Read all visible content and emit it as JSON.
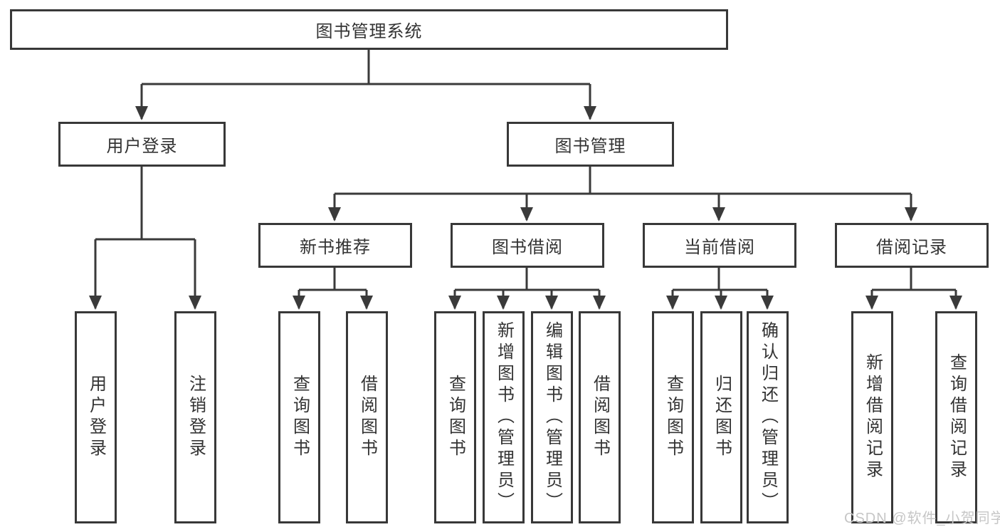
{
  "diagram": {
    "root": {
      "label": "图书管理系统"
    },
    "branches": [
      {
        "label": "用户登录",
        "children": [
          {
            "label": "用户登录"
          },
          {
            "label": "注销登录"
          }
        ]
      },
      {
        "label": "图书管理",
        "sections": [
          {
            "label": "新书推荐",
            "children": [
              {
                "label": "查询图书"
              },
              {
                "label": "借阅图书"
              }
            ]
          },
          {
            "label": "图书借阅",
            "children": [
              {
                "label": "查询图书"
              },
              {
                "label": "新增图书（管理员）"
              },
              {
                "label": "编辑图书（管理员）"
              },
              {
                "label": "借阅图书"
              }
            ]
          },
          {
            "label": "当前借阅",
            "children": [
              {
                "label": "查询图书"
              },
              {
                "label": "归还图书"
              },
              {
                "label": "确认归还（管理员）"
              }
            ]
          },
          {
            "label": "借阅记录",
            "children": [
              {
                "label": "新增借阅记录"
              },
              {
                "label": "查询借阅记录"
              }
            ]
          }
        ]
      }
    ]
  },
  "watermark": {
    "text": "CSDN @软件_小贺同学"
  },
  "colors": {
    "line": "#3a3a3a",
    "border": "#383838",
    "text": "#333333",
    "watermark": "#c6c6c6",
    "background": "#ffffff"
  }
}
